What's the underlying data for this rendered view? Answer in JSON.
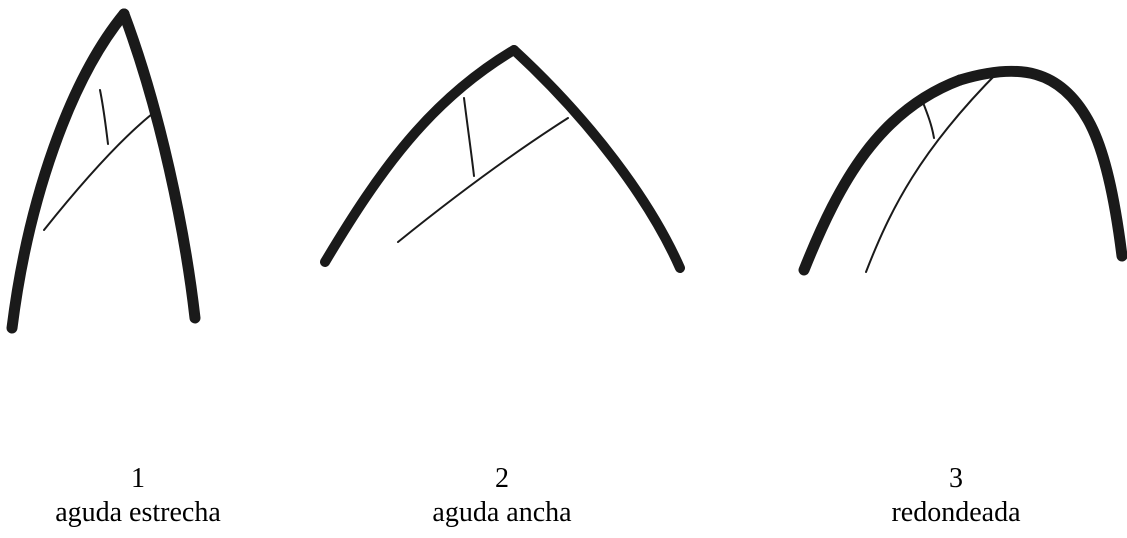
{
  "figures": [
    {
      "number": "1",
      "label": "aguda estrecha"
    },
    {
      "number": "2",
      "label": "aguda ancha"
    },
    {
      "number": "3",
      "label": "redondeada"
    }
  ]
}
